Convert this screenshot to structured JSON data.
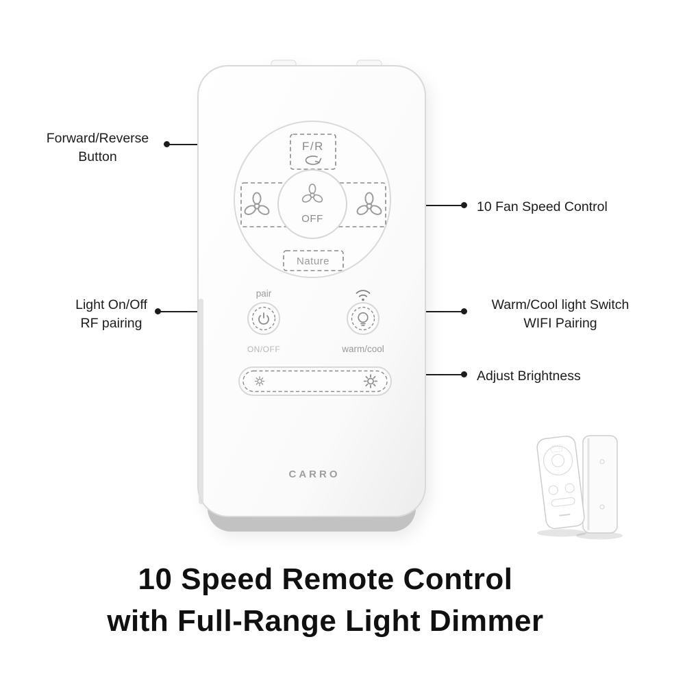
{
  "callouts": {
    "forward_reverse": "Forward/Reverse\nButton",
    "fan_speed": "10 Fan Speed Control",
    "light_onoff": "Light On/Off\nRF pairing",
    "warm_cool": "Warm/Cool light Switch\nWIFI Pairing",
    "brightness": "Adjust Brightness"
  },
  "remote": {
    "fr": "F/R",
    "off": "OFF",
    "nature": "Nature",
    "pair": "pair",
    "on_off": "ON/OFF",
    "warm_cool": "warm/cool",
    "brand": "CARRO"
  },
  "title": "10 Speed Remote Control\nwith Full-Range Light Dimmer",
  "colors": {
    "callout_line": "#1c1c1c",
    "remote_stroke": "#d9d9d9",
    "dashed_gray": "#8a8a8a",
    "label_gray": "#9a9a9a",
    "base_gray": "#c2c2c2",
    "title_text": "#101010"
  }
}
